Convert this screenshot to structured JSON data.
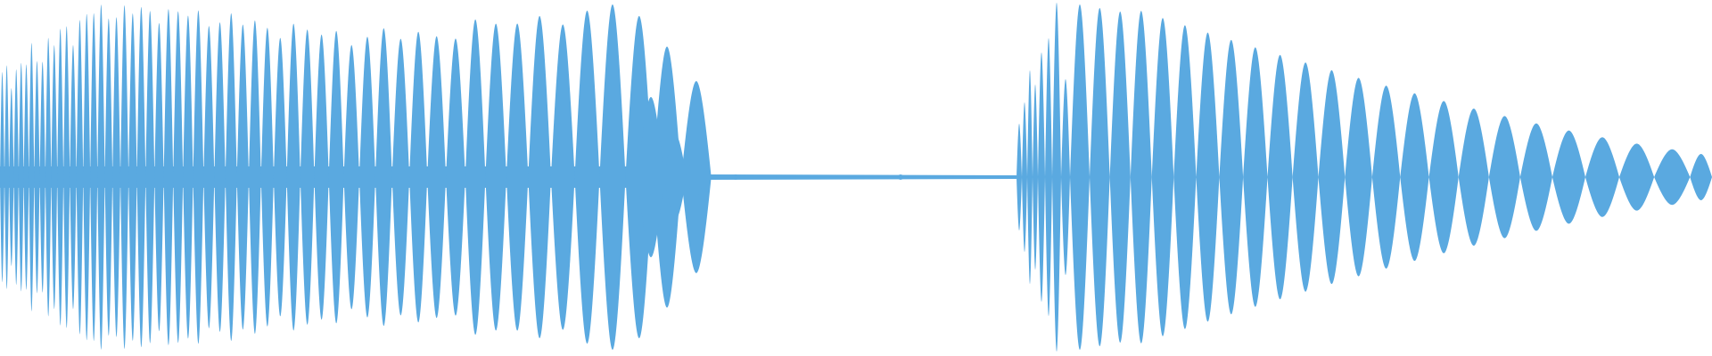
{
  "waveform": {
    "color": "#5aa9e0",
    "background": "#ffffff",
    "segments": [
      {
        "name": "first-burst",
        "pulse_count": 72,
        "envelope": "sustained-then-decay",
        "frequency": "high-decreasing",
        "peak_amplitude": 0.93
      },
      {
        "name": "silence",
        "envelope": "near-zero"
      },
      {
        "name": "second-burst",
        "pulse_count": 32,
        "envelope": "spike-then-gradual-decay",
        "frequency": "decreasing",
        "peak_amplitude": 0.98
      }
    ]
  }
}
